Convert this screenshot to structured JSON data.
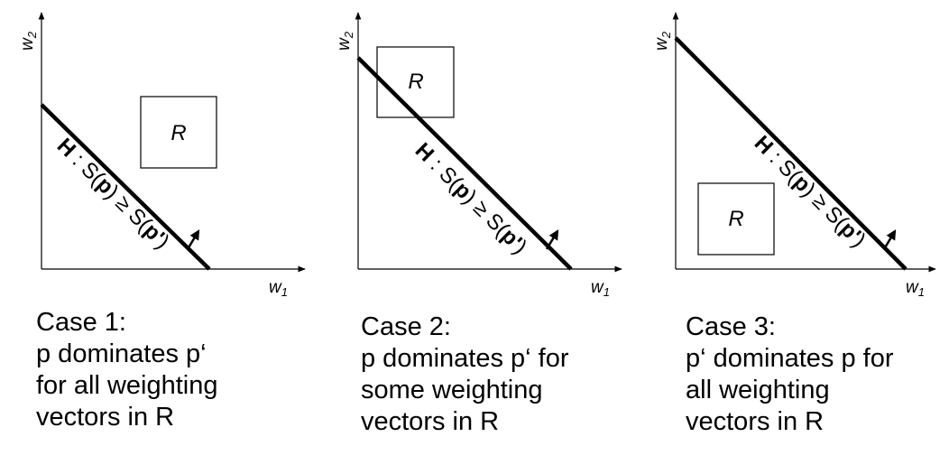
{
  "panels": [
    {
      "x_label_base": "w",
      "x_label_sub": "1",
      "y_label_base": "w",
      "y_label_sub": "2",
      "region_label": "R",
      "line_label_prefix": "H",
      "line_label_mid": " : S(",
      "line_label_p": "p",
      "line_label_rel": ") ≥ S(",
      "line_label_pp": "p'",
      "line_label_end": ")",
      "caption": [
        "Case 1:",
        "p dominates p‘",
        "for all weighting",
        "vectors in R"
      ]
    },
    {
      "x_label_base": "w",
      "x_label_sub": "1",
      "y_label_base": "w",
      "y_label_sub": "2",
      "region_label": "R",
      "line_label_prefix": "H",
      "line_label_mid": " : S(",
      "line_label_p": "p",
      "line_label_rel": ") ≥ S(",
      "line_label_pp": "p'",
      "line_label_end": ")",
      "caption": [
        "Case 2:",
        "p dominates p‘ for",
        "some weighting",
        "vectors in R"
      ]
    },
    {
      "x_label_base": "w",
      "x_label_sub": "1",
      "y_label_base": "w",
      "y_label_sub": "2",
      "region_label": "R",
      "line_label_prefix": "H",
      "line_label_mid": " : S(",
      "line_label_p": "p",
      "line_label_rel": ") ≥ S(",
      "line_label_pp": "p'",
      "line_label_end": ")",
      "caption": [
        "Case 3:",
        "p‘ dominates p for",
        "all weighting",
        "vectors in R"
      ]
    }
  ]
}
